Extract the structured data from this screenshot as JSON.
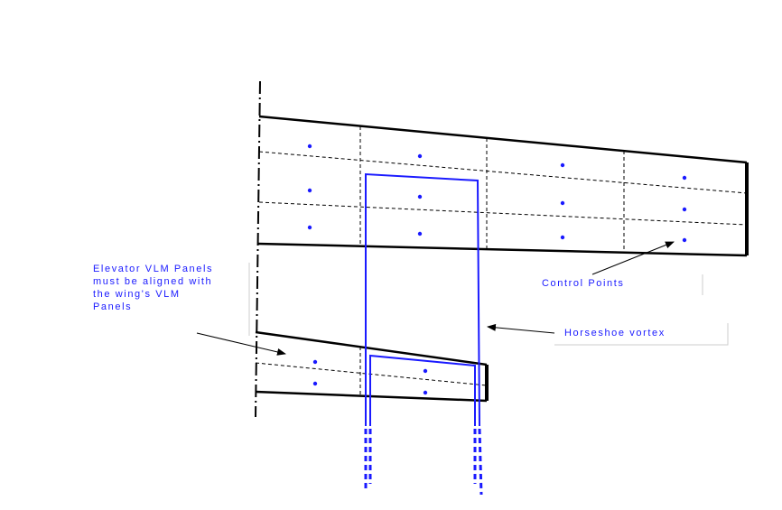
{
  "labels": {
    "elevator_note": [
      "Elevator VLM Panels",
      "must be aligned with",
      "the wing's VLM",
      "Panels"
    ],
    "control_points": "Control Points",
    "horseshoe_vortex": "Horseshoe vortex"
  },
  "colors": {
    "structure": "#000000",
    "vortex": "#1a1aff",
    "control_point": "#1a1aff",
    "text": "#1a1aff"
  }
}
